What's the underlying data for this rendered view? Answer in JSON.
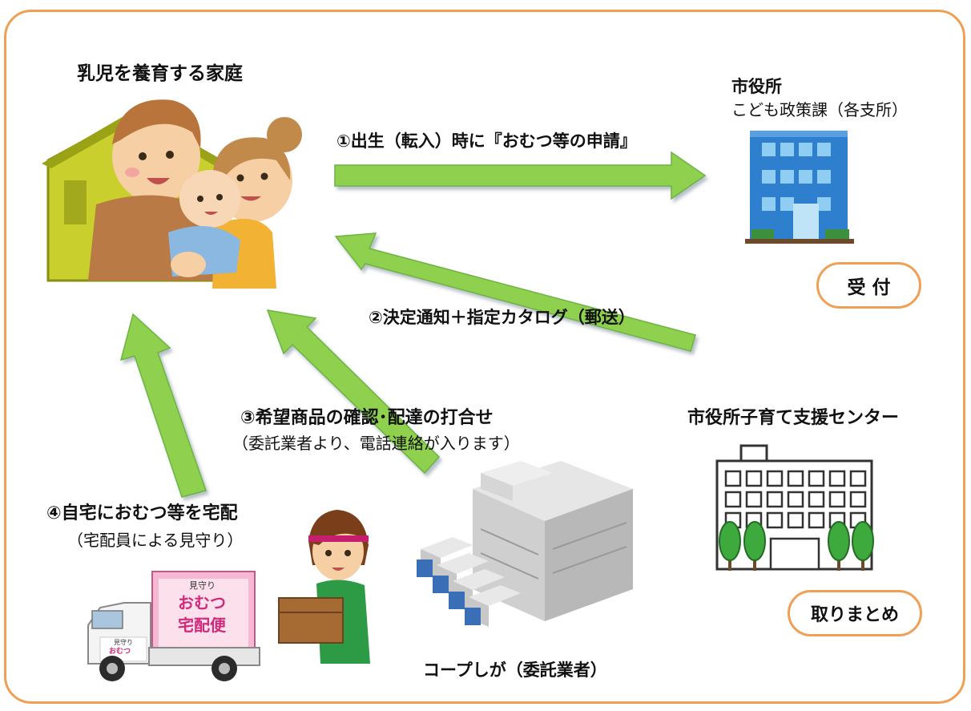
{
  "family": {
    "title": "乳児を養育する家庭"
  },
  "city_hall": {
    "title": "市役所",
    "subtitle": "こども政策課（各支所）",
    "badge": "受 付"
  },
  "support_center": {
    "title": "市役所子育て支援センター",
    "badge": "取りまとめ"
  },
  "coop": {
    "label": "コープしが（委託業者）"
  },
  "van": {
    "small": "見守り",
    "line1": "おむつ",
    "line2": "宅配便"
  },
  "steps": {
    "step1": "①出生（転入）時に『おむつ等の申請』",
    "step2": "②決定通知＋指定カタログ（郵送）",
    "step3_title": "③希望商品の確認･配達の打合せ",
    "step3_note": "（委託業者より、電話連絡が入ります）",
    "step4_title": "④自宅におむつ等を宅配",
    "step4_note": "（宅配員による見守り）"
  },
  "colors": {
    "frame": "#f0a055",
    "arrow": "#8fd14f",
    "arrow_edge": "#6db33f",
    "building": "#2f7fcf"
  }
}
